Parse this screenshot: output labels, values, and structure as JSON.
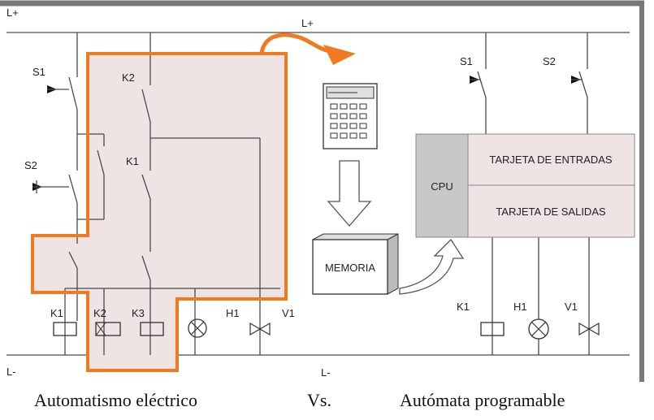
{
  "rails": {
    "left_top": "L+",
    "left_bottom": "L-",
    "center_top": "L+",
    "center_bottom": "L-"
  },
  "left_circuit": {
    "switches": [
      "S1",
      "S2"
    ],
    "contacts": [
      "K2",
      "K1"
    ],
    "coils": [
      "K1",
      "K2",
      "K3"
    ],
    "lamp": "H1",
    "valve": "V1"
  },
  "plc": {
    "cpu": "CPU",
    "inputs": "TARJETA DE ENTRADAS",
    "outputs": "TARJETA DE SALIDAS",
    "switches": [
      "S1",
      "S2"
    ],
    "outputs_devices": {
      "coil": "K1",
      "lamp": "H1",
      "valve": "V1"
    }
  },
  "memory": "MEMORIA",
  "captions": {
    "left": "Automatismo eléctrico",
    "center": "Vs.",
    "right": "Autómata programable"
  },
  "colors": {
    "highlight": "#f07a1f",
    "shade": "#efe3e3",
    "cpu_box": "#c8c8c8",
    "card": "#efe3e3"
  }
}
